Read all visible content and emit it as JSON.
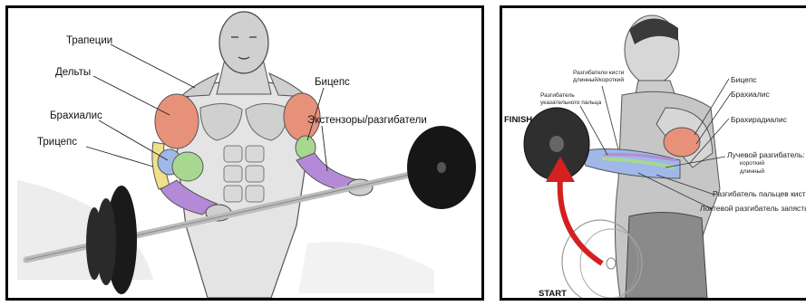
{
  "left_figure": {
    "labels": {
      "trapezius": "Трапеции",
      "deltoids": "Дельты",
      "brachialis": "Брахиалис",
      "triceps": "Трицепс",
      "biceps": "Бицепс",
      "extensors": "Экстензоры/разгибатели"
    }
  },
  "right_figure": {
    "labels": {
      "wrist_extensors": "Разгибатели кисти\nдлинный/короткий",
      "index_extensor": "Разгибатель\nуказательного пальца",
      "finish": "FINISH",
      "start": "START",
      "biceps": "Бицепс",
      "brachialis": "Брахиалис",
      "brachioradialis": "Брахирадиалис",
      "radial_extensor": "Лучевой разгибатель:",
      "radial_short": "короткий",
      "radial_long": "длинный",
      "finger_extensor": "Разгибатель пальцев кисти",
      "ulnar_extensor": "Локтевой разгибатель запястья"
    }
  },
  "colors": {
    "deltoid": "#e8917a",
    "biceps": "#a8d890",
    "brachialis": "#9fb8e8",
    "triceps": "#f0e08a",
    "forearm": "#b48ad8",
    "arrow": "#d42020"
  }
}
